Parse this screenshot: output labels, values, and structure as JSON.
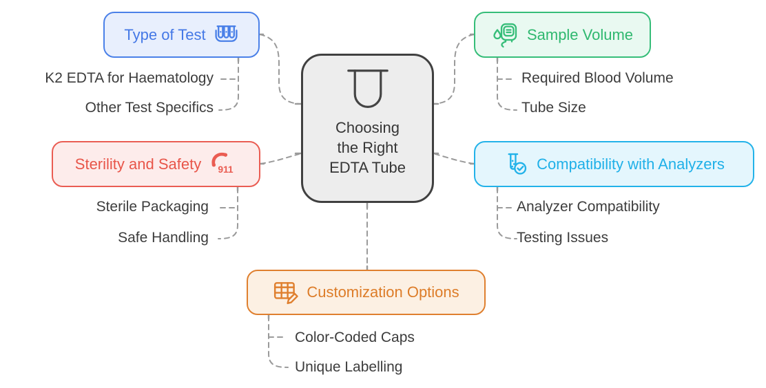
{
  "diagram_title": "EDTA tube selection mind map",
  "colors": {
    "blue_accent": "#4a80e8",
    "blue_bg": "#e8effd",
    "green_accent": "#35bd78",
    "green_bg": "#e9f9f1",
    "red_accent": "#ea5c52",
    "red_bg": "#fdeceb",
    "cyan_accent": "#22b2e9",
    "cyan_bg": "#e4f6fd",
    "orange_accent": "#df7f2e",
    "orange_bg": "#fcf0e3",
    "central_border": "#404040",
    "central_bg": "#ededed",
    "connector": "#9a9a9a",
    "child_text": "#3c3c3c"
  },
  "center": {
    "icon": "test-tube-icon",
    "lines": [
      "Choosing",
      "the Right",
      "EDTA Tube"
    ]
  },
  "branches": [
    {
      "id": "type-of-test",
      "label": "Type of Test",
      "icon": "test-tube-rack-icon",
      "children": [
        "K2 EDTA for Haematology",
        "Other Test Specifics"
      ]
    },
    {
      "id": "sample-volume",
      "label": "Sample Volume",
      "icon": "blood-bag-icon",
      "children": [
        "Required Blood Volume",
        "Tube Size"
      ]
    },
    {
      "id": "sterility-and-safety",
      "label": "Sterility and Safety",
      "icon": "emergency-phone-911-icon",
      "children": [
        "Sterile Packaging",
        "Safe Handling"
      ]
    },
    {
      "id": "compatibility-with-analyzers",
      "label": "Compatibility with Analyzers",
      "icon": "test-tube-check-icon",
      "children": [
        "Analyzer Compatibility",
        "Testing Issues"
      ]
    },
    {
      "id": "customization-options",
      "label": "Customization Options",
      "icon": "table-pencil-icon",
      "children": [
        "Color-Coded Caps",
        "Unique Labelling"
      ]
    }
  ],
  "phone_icon_text": "911"
}
